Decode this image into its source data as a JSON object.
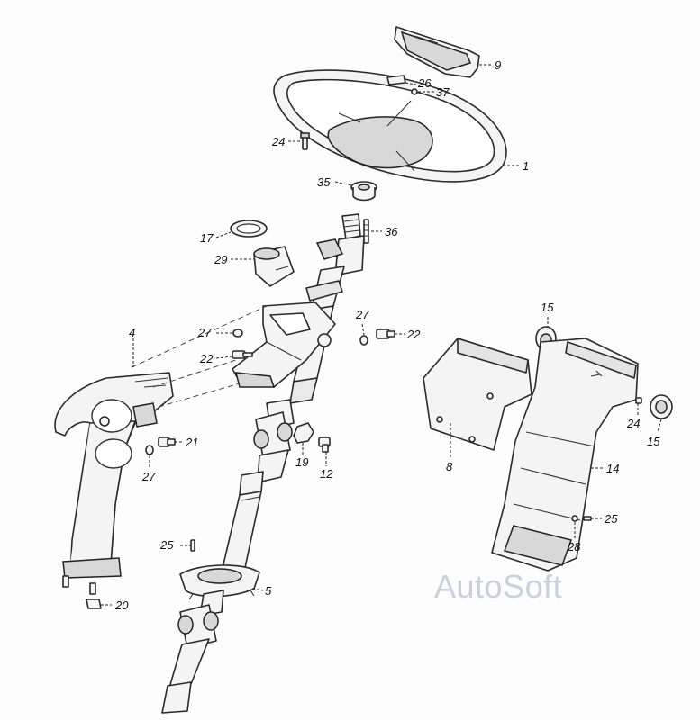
{
  "watermark": "AutoSoft",
  "callouts": {
    "c1": "1",
    "c4": "4",
    "c5": "5",
    "c8": "8",
    "c9": "9",
    "c12": "12",
    "c14": "14",
    "c15a": "15",
    "c15b": "15",
    "c17": "17",
    "c19": "19",
    "c20": "20",
    "c21": "21",
    "c22a": "22",
    "c22b": "22",
    "c24a": "24",
    "c24b": "24",
    "c25a": "25",
    "c25b": "25",
    "c26": "26",
    "c27a": "27",
    "c27b": "27",
    "c27c": "27",
    "c28": "28",
    "c29": "29",
    "c35": "35",
    "c36": "36",
    "c37": "37"
  },
  "colors": {
    "line": "#2a2a2a",
    "fill": "#f4f4f4",
    "watermark": "#c9d2dc"
  }
}
